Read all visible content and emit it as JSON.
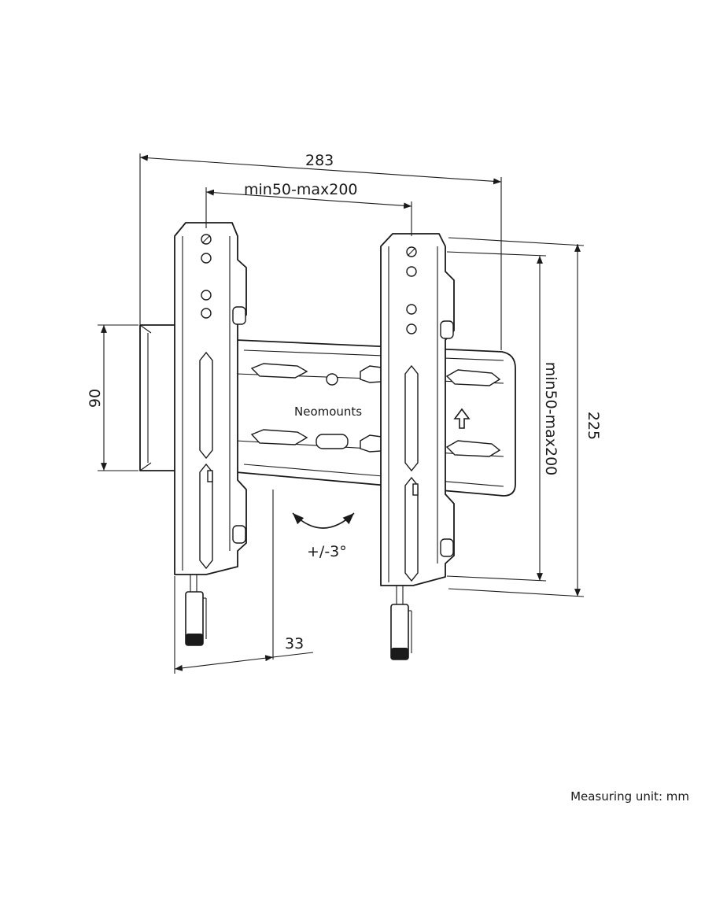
{
  "dimensions": {
    "overall_width": "283",
    "vesa_horizontal": "min50-max200",
    "rail_height": "90",
    "overall_height": "225",
    "vesa_vertical": "min50-max200",
    "depth": "33",
    "tilt": "+/-3°"
  },
  "brand": "Neomounts",
  "note": "Measuring unit: mm",
  "icons": [
    "arrow-up-icon",
    "tilt-arrows-icon"
  ]
}
